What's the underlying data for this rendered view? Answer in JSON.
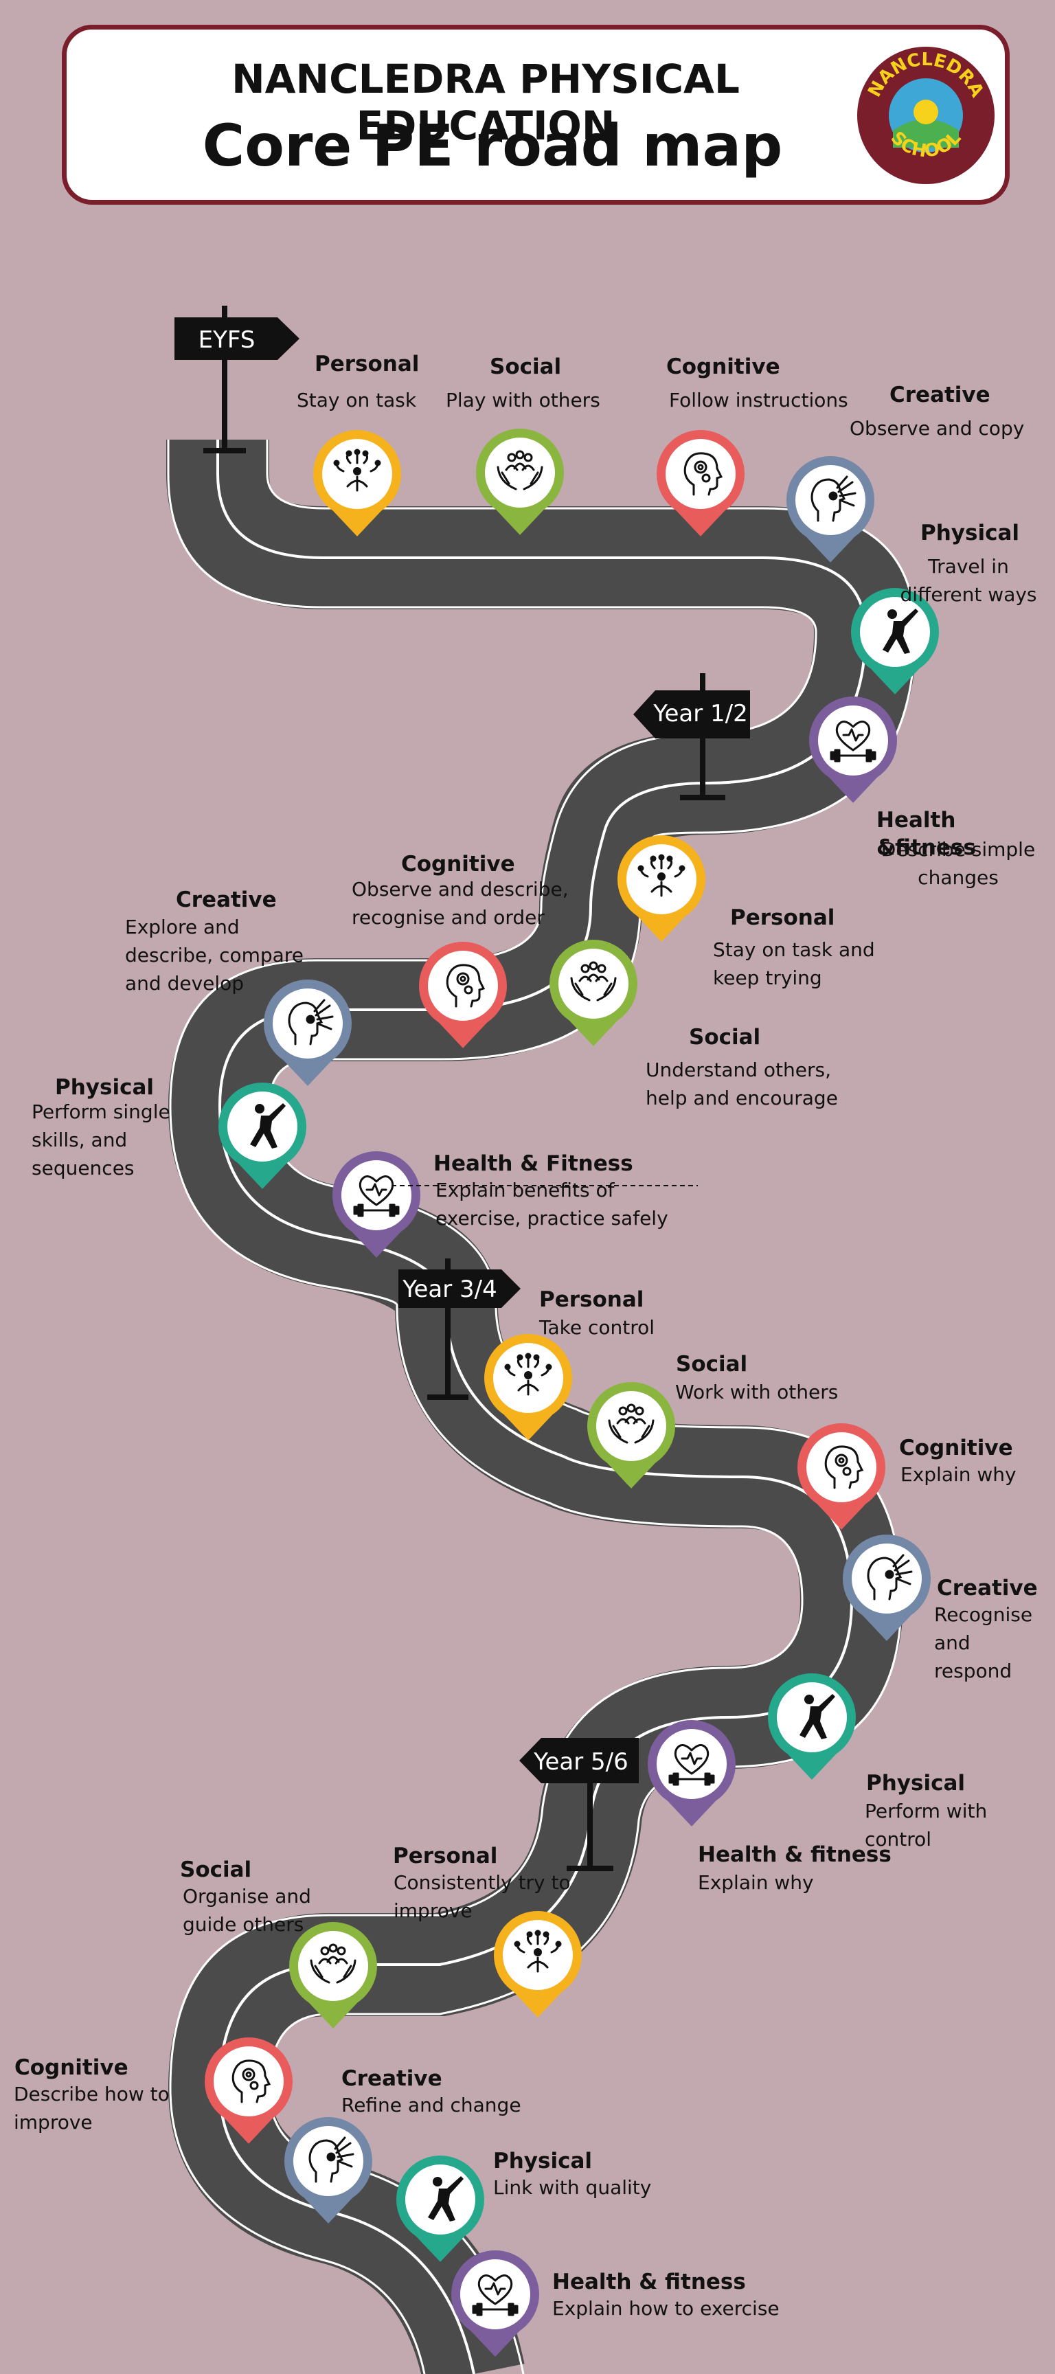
{
  "header": {
    "title": "NANCLEDRA PHYSICAL EDUCATION",
    "subtitle": "Core PE  road map",
    "logo_top": "NANCLEDRA",
    "logo_bottom": "SCHOOL"
  },
  "colors": {
    "personal": "#f6b21c",
    "social": "#8ab53f",
    "cognitive": "#e85c5c",
    "creative": "#7388a6",
    "physical": "#25a88c",
    "health": "#7d5e9c",
    "road": "#4b4b4b",
    "background": "#c2a8af",
    "header_border": "#7b1e2b"
  },
  "signs": {
    "eyfs": "EYFS",
    "y12": "Year 1/2",
    "y34": "Year 3/4",
    "y56": "Year 5/6"
  },
  "labels": {
    "eyfs_personal": {
      "title": "Personal",
      "desc": "Stay on task"
    },
    "eyfs_social": {
      "title": "Social",
      "desc": "Play with others"
    },
    "eyfs_cognitive": {
      "title": "Cognitive",
      "desc": "Follow instructions"
    },
    "eyfs_creative": {
      "title": "Creative",
      "desc": "Observe and copy"
    },
    "eyfs_physical": {
      "title": "Physical",
      "desc": "Travel in different ways"
    },
    "eyfs_health": {
      "title": "Health &fitness",
      "desc": "Describe simple changes"
    },
    "y12_personal": {
      "title": "Personal",
      "desc": "Stay on task and keep trying"
    },
    "y12_social": {
      "title": "Social",
      "desc": "Understand others, help and encourage"
    },
    "y12_cognitive": {
      "title": "Cognitive",
      "desc": "Observe and describe, recognise and order"
    },
    "y12_creative": {
      "title": "Creative",
      "desc": "Explore and describe, compare and develop"
    },
    "y12_physical": {
      "title": "Physical",
      "desc": "Perform single skills, and sequences"
    },
    "y12_health": {
      "title": "Health & Fitness",
      "desc": "Explain benefits of exercise, practice safely"
    },
    "y34_personal": {
      "title": "Personal",
      "desc": "Take control"
    },
    "y34_social": {
      "title": "Social",
      "desc": "Work with others"
    },
    "y34_cognitive": {
      "title": "Cognitive",
      "desc": "Explain why"
    },
    "y34_creative": {
      "title": "Creative",
      "desc": "Recognise and respond"
    },
    "y34_physical": {
      "title": "Physical",
      "desc": "Perform with control"
    },
    "y34_health": {
      "title": "Health & fitness",
      "desc": "Explain why"
    },
    "y56_personal": {
      "title": "Personal",
      "desc": "Consistently try to improve"
    },
    "y56_social": {
      "title": "Social",
      "desc": "Organise and guide others"
    },
    "y56_cognitive": {
      "title": "Cognitive",
      "desc": "Describe how to improve"
    },
    "y56_creative": {
      "title": "Creative",
      "desc": "Refine and change"
    },
    "y56_physical": {
      "title": "Physical",
      "desc": "Link with quality"
    },
    "y56_health": {
      "title": "Health & fitness",
      "desc": "Explain how to exercise"
    }
  }
}
